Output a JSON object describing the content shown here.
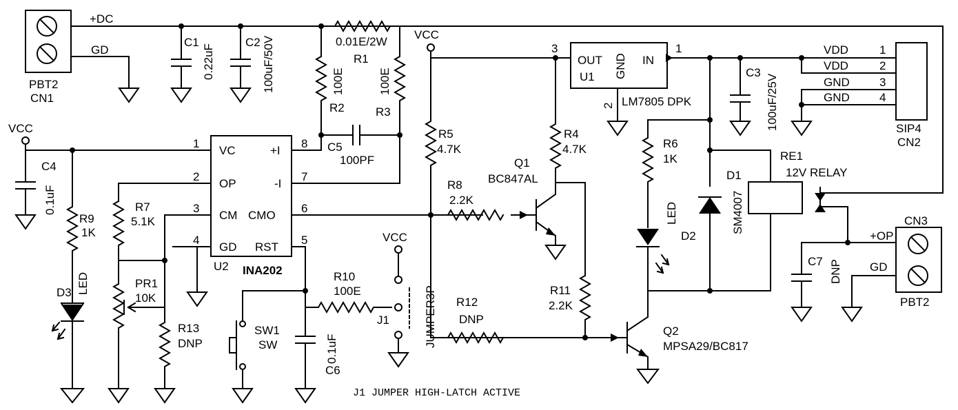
{
  "nets": {
    "dc": "+DC",
    "gd_in": "GD",
    "vcc": "VCC",
    "vdd": "VDD",
    "gnd": "GND",
    "op": "+OP",
    "gd_out": "GD"
  },
  "connectors": {
    "cn1": {
      "name": "PBT2",
      "ref": "CN1"
    },
    "cn2": {
      "name": "SIP4",
      "ref": "CN2",
      "pins": [
        "1",
        "2",
        "3",
        "4"
      ]
    },
    "cn3": {
      "name": "PBT2",
      "ref": "CN3"
    }
  },
  "capacitors": {
    "c1": {
      "ref": "C1",
      "value": "0.22uF"
    },
    "c2": {
      "ref": "C2",
      "value": "100uF/50V"
    },
    "c3": {
      "ref": "C3",
      "value": "100uF/25V"
    },
    "c4": {
      "ref": "C4",
      "value": "0.1uF"
    },
    "c5": {
      "ref": "C5",
      "value": "100PF"
    },
    "c6": {
      "ref": "C6",
      "value": "0.1uF"
    },
    "c7": {
      "ref": "C7",
      "value": "DNP"
    }
  },
  "resistors": {
    "r1": {
      "ref": "R1",
      "value": "0.01E/2W"
    },
    "r2": {
      "ref": "R2",
      "value": "100E"
    },
    "r3": {
      "ref": "R3",
      "value": "100E"
    },
    "r4": {
      "ref": "R4",
      "value": "4.7K"
    },
    "r5": {
      "ref": "R5",
      "value": "4.7K"
    },
    "r6": {
      "ref": "R6",
      "value": "1K"
    },
    "r7": {
      "ref": "R7",
      "value": "5.1K"
    },
    "r8": {
      "ref": "R8",
      "value": "2.2K"
    },
    "r9": {
      "ref": "R9",
      "value": "1K"
    },
    "r10": {
      "ref": "R10",
      "value": "100E"
    },
    "r11": {
      "ref": "R11",
      "value": "2.2K"
    },
    "r12": {
      "ref": "R12",
      "value": "DNP"
    },
    "r13": {
      "ref": "R13",
      "value": "DNP"
    },
    "pr1": {
      "ref": "PR1",
      "value": "10K"
    }
  },
  "u1": {
    "ref": "U1",
    "part": "LM7805 DPK",
    "out": "OUT",
    "gnd": "GND",
    "in": "IN",
    "pin_out": "3",
    "pin_in": "1",
    "pin_gnd": "2"
  },
  "u2": {
    "ref": "U2",
    "part": "INA202",
    "left_pins": [
      {
        "num": "1",
        "name": "VC"
      },
      {
        "num": "2",
        "name": "OP"
      },
      {
        "num": "3",
        "name": "CM"
      },
      {
        "num": "4",
        "name": "GD"
      }
    ],
    "right_pins": [
      {
        "num": "8",
        "name": "+I"
      },
      {
        "num": "7",
        "name": "-I"
      },
      {
        "num": "6",
        "name": "CMO"
      },
      {
        "num": "5",
        "name": "RST"
      }
    ]
  },
  "transistors": {
    "q1": {
      "ref": "Q1",
      "part": "BC847AL"
    },
    "q2": {
      "ref": "Q2",
      "part": "MPSA29/BC817"
    }
  },
  "diodes": {
    "d1": {
      "ref": "D1",
      "part": "SM4007"
    },
    "d2": {
      "ref": "D2",
      "part": "LED"
    },
    "d3": {
      "ref": "D3",
      "part": "LED"
    }
  },
  "relay": {
    "ref": "RE1",
    "part": "12V RELAY"
  },
  "switch": {
    "ref": "SW1",
    "part": "SW"
  },
  "jumper": {
    "ref": "J1",
    "part": "JUMPER3P"
  },
  "note": "J1 JUMPER HIGH-LATCH ACTIVE"
}
